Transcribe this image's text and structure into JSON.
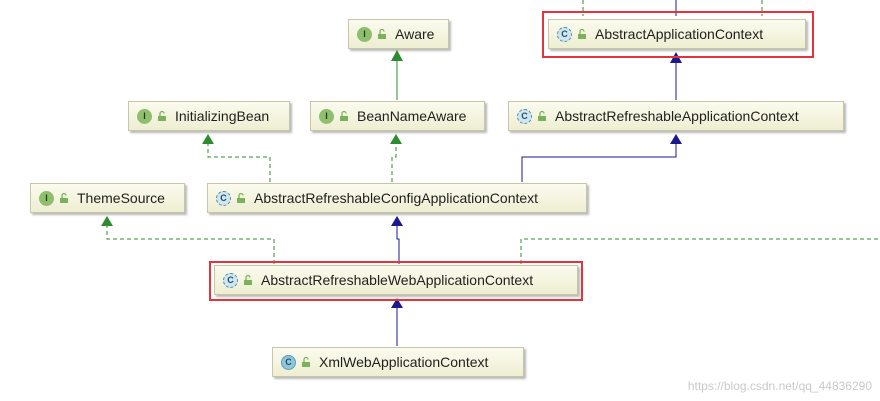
{
  "nodes": {
    "aware": {
      "kind": "interface",
      "badge": "I",
      "label": "Aware"
    },
    "abstract_application_context": {
      "kind": "abstract",
      "badge": "C",
      "label": "AbstractApplicationContext"
    },
    "initializing_bean": {
      "kind": "interface",
      "badge": "I",
      "label": "InitializingBean"
    },
    "bean_name_aware": {
      "kind": "interface",
      "badge": "I",
      "label": "BeanNameAware"
    },
    "abstract_refreshable_application_context": {
      "kind": "abstract",
      "badge": "C",
      "label": "AbstractRefreshableApplicationContext"
    },
    "theme_source": {
      "kind": "interface",
      "badge": "I",
      "label": "ThemeSource"
    },
    "abstract_refreshable_config_application_context": {
      "kind": "abstract",
      "badge": "C",
      "label": "AbstractRefreshableConfigApplicationContext"
    },
    "abstract_refreshable_web_application_context": {
      "kind": "abstract",
      "badge": "C",
      "label": "AbstractRefreshableWebApplicationContext"
    },
    "xml_web_application_context": {
      "kind": "class",
      "badge": "C",
      "label": "XmlWebApplicationContext"
    }
  },
  "relations": [
    {
      "from": "bean_name_aware",
      "to": "aware",
      "type": "implements"
    },
    {
      "from": "abstract_refreshable_application_context",
      "to": "abstract_application_context",
      "type": "extends"
    },
    {
      "from": "abstract_refreshable_config_application_context",
      "to": "initializing_bean",
      "type": "implements"
    },
    {
      "from": "abstract_refreshable_config_application_context",
      "to": "bean_name_aware",
      "type": "implements"
    },
    {
      "from": "abstract_refreshable_config_application_context",
      "to": "abstract_refreshable_application_context",
      "type": "extends"
    },
    {
      "from": "abstract_refreshable_web_application_context",
      "to": "theme_source",
      "type": "implements"
    },
    {
      "from": "abstract_refreshable_web_application_context",
      "to": "abstract_refreshable_config_application_context",
      "type": "extends"
    },
    {
      "from": "xml_web_application_context",
      "to": "abstract_refreshable_web_application_context",
      "type": "extends"
    }
  ],
  "highlighted": [
    "abstract_application_context",
    "abstract_refreshable_web_application_context"
  ],
  "colors": {
    "implements_line": "#2e8b2e",
    "extends_line": "#1a1a8c",
    "highlight_border": "#e5333b",
    "node_fill": "#f4f4e2"
  },
  "watermark": "https://blog.csdn.net/qq_44836290"
}
